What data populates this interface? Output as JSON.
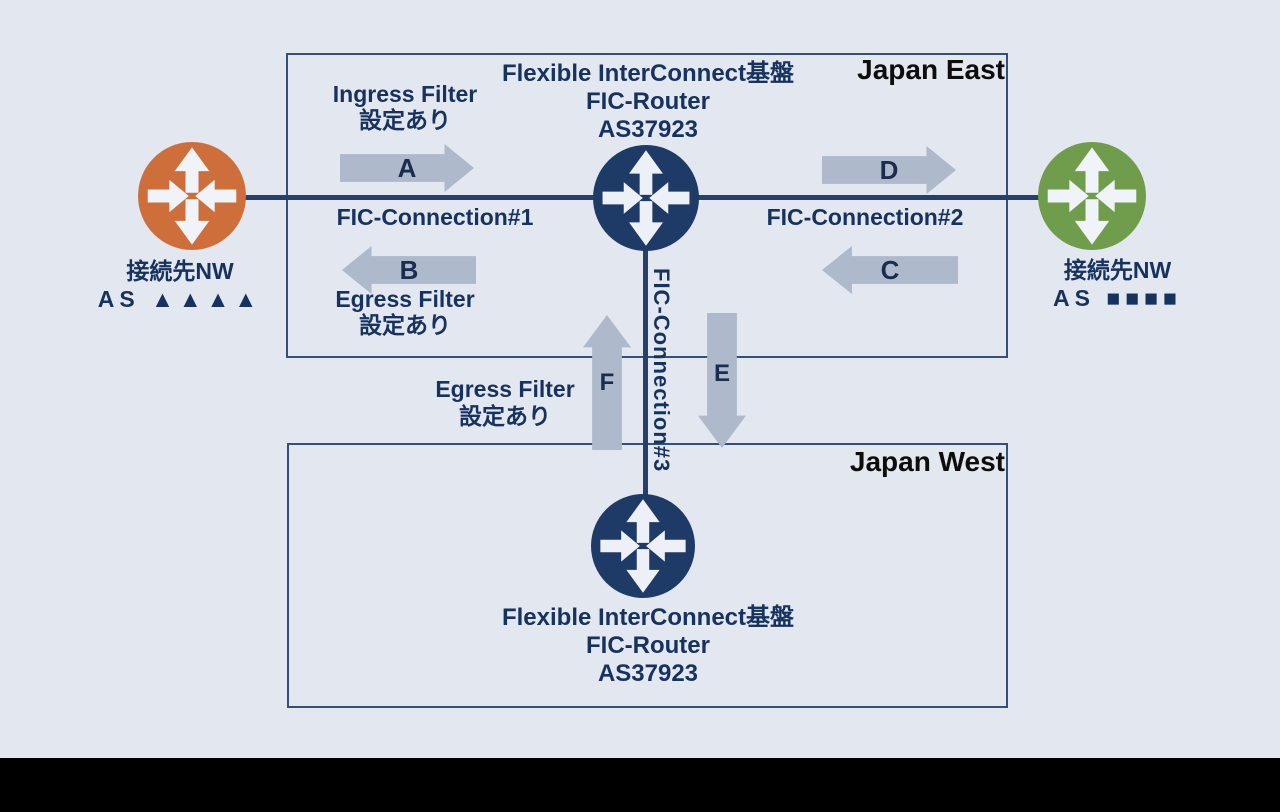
{
  "regions": {
    "east": {
      "label": "Japan East",
      "platform_title": "Flexible InterConnect基盤",
      "router_name": "FIC-Router",
      "router_as": "AS37923"
    },
    "west": {
      "label": "Japan West",
      "platform_title": "Flexible InterConnect基盤",
      "router_name": "FIC-Router",
      "router_as": "AS37923"
    }
  },
  "external_networks": {
    "left": {
      "name": "接続先NW",
      "as_label": "AS ▲▲▲▲"
    },
    "right": {
      "name": "接続先NW",
      "as_label": "AS ■■■■"
    }
  },
  "connections": {
    "fic1": {
      "label": "FIC-Connection#1"
    },
    "fic2": {
      "label": "FIC-Connection#2"
    },
    "fic3": {
      "label": "FIC-Connection#3"
    }
  },
  "filters": {
    "ingress_east": {
      "line1": "Ingress Filter",
      "line2": "設定あり"
    },
    "egress_east": {
      "line1": "Egress Filter",
      "line2": "設定あり"
    },
    "egress_west": {
      "line1": "Egress Filter",
      "line2": "設定あり"
    }
  },
  "flow_labels": {
    "a": "A",
    "b": "B",
    "c": "C",
    "d": "D",
    "e": "E",
    "f": "F"
  },
  "colors": {
    "background": "#E3E7EF",
    "router_navy": "#1E3A66",
    "line_navy": "#25406B",
    "text_navy": "#16325E",
    "flow_arrow_gray": "#AEB9CB",
    "external_left_orange": "#CE6F3B",
    "external_right_green": "#6F9D4B",
    "region_label_black": "#0D0D0D"
  }
}
